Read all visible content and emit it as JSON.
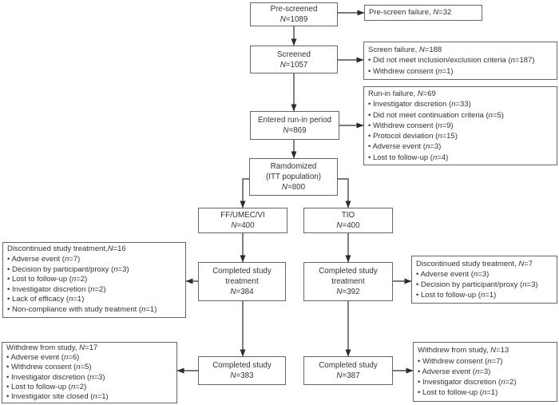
{
  "boxes": {
    "pre_screened": [
      "Pre-screened",
      "N=1089"
    ],
    "pre_screen_failure": [
      "Pre-screen failure, N=32"
    ],
    "screened": [
      "Screened",
      "N=1057"
    ],
    "screen_failure": [
      "Screen failure, N=188",
      "• Did not meet inclusion/exclusion criteria (n=187)",
      "• Withdrew consent (n=1)"
    ],
    "entered_run_in": [
      "Entered run-in period",
      "N=869"
    ],
    "run_in_failure": [
      "Run-in failure, N=69",
      "• Investigator discretion (n=33)",
      "• Did not meet continuation criteria (n=5)",
      "• Withdrew consent (n=9)",
      "• Protocol deviation (n=15)",
      "• Adverse event (n=3)",
      "• Lost to follow-up (n=4)"
    ],
    "randomized": [
      "Ramdomized",
      "(ITT population)",
      "N=800"
    ],
    "arm_ff": [
      "FF/UMEC/VI",
      "N=400"
    ],
    "arm_tio": [
      "TIO",
      "N=400"
    ],
    "completed_treatment_ff": [
      "Completed study",
      "treatment",
      "N=384"
    ],
    "completed_treatment_tio": [
      "Completed study",
      "treatment",
      "N=392"
    ],
    "discontinued_ff": [
      "Discontinued study treatment,N=16",
      "• Adverse event (n=7)",
      "• Decision by participant/proxy (n=3)",
      "• Lost to follow-up (n=2)",
      "• Investigator discretion (n=2)",
      "• Lack of efficacy (n=1)",
      "• Non-compliance with study treatment (n=1)"
    ],
    "discontinued_tio": [
      "Discontinued study treatment, N=7",
      "• Adverse event (n=3)",
      "• Decision by participant/proxy (n=3)",
      "• Lost to follow-up (n=1)"
    ],
    "completed_study_ff": [
      "Completed study",
      "N=383"
    ],
    "completed_study_tio": [
      "Completed study",
      "N=387"
    ],
    "withdrew_ff": [
      "Withdrew from study, N=17",
      "• Adverse event (n=6)",
      "• Withdrew consent (n=5)",
      "• Investigator discretion (n=3)",
      "• Lost to follow-up (n=2)",
      "• Investigator site closed (n=1)"
    ],
    "withdrew_tio": [
      "Withdrew from study, N=13",
      "• Withdrew consent (n=7)",
      "• Adverse event (n=3)",
      "• Investigator discretion (n=2)",
      "• Lost to follow-up (n=1)"
    ]
  },
  "colors": {
    "box_border": "#666666",
    "line": "#2b2b2b",
    "text": "#333333",
    "background": "#ffffff"
  }
}
